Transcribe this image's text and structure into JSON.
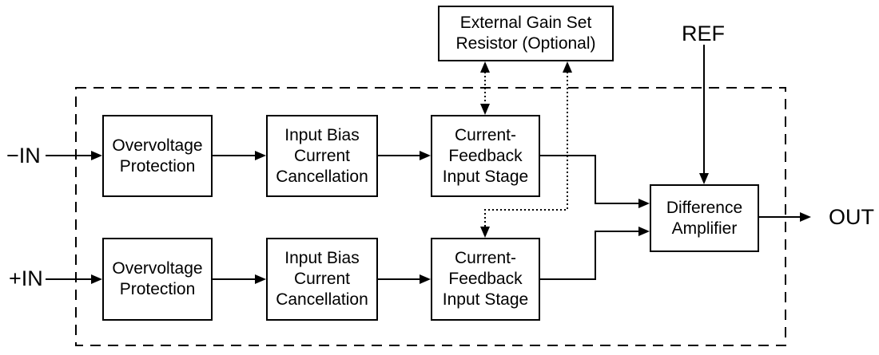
{
  "diagram": {
    "colors": {
      "line": "#000000",
      "background": "#ffffff",
      "text": "#000000"
    },
    "labels": {
      "neg_in": "−IN",
      "pos_in": "+IN",
      "ref": "REF",
      "out": "OUT"
    },
    "blocks": {
      "external_gain": {
        "lines": [
          "External Gain Set",
          "Resistor (Optional)"
        ]
      },
      "overvoltage_top": {
        "lines": [
          "Overvoltage",
          "Protection"
        ]
      },
      "input_bias_top": {
        "lines": [
          "Input Bias",
          "Current",
          "Cancellation"
        ]
      },
      "current_feedback_top": {
        "lines": [
          "Current-",
          "Feedback",
          "Input Stage"
        ]
      },
      "overvoltage_bottom": {
        "lines": [
          "Overvoltage",
          "Protection"
        ]
      },
      "input_bias_bottom": {
        "lines": [
          "Input Bias",
          "Current",
          "Cancellation"
        ]
      },
      "current_feedback_bottom": {
        "lines": [
          "Current-",
          "Feedback",
          "Input Stage"
        ]
      },
      "difference_amplifier": {
        "lines": [
          "Difference",
          "Amplifier"
        ]
      }
    }
  }
}
